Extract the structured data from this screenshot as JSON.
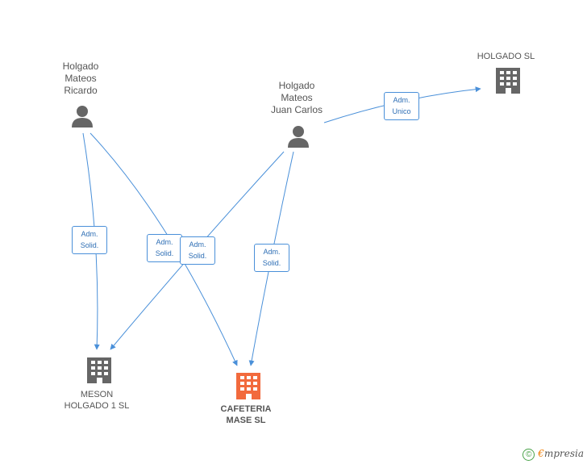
{
  "nodes": {
    "ricardo": {
      "lines": [
        "Holgado",
        "Mateos",
        "Ricardo"
      ]
    },
    "juan_carlos": {
      "lines": [
        "Holgado",
        "Mateos",
        "Juan Carlos"
      ]
    },
    "holgado_sl": {
      "lines": [
        "HOLGADO SL"
      ]
    },
    "meson": {
      "lines": [
        "MESON",
        "HOLGADO 1 SL"
      ]
    },
    "cafeteria": {
      "lines": [
        "CAFETERIA",
        "MASE SL"
      ]
    }
  },
  "edges": {
    "e1": {
      "lines": [
        "Adm.",
        "Unico"
      ]
    },
    "e2": {
      "lines": [
        "Adm.",
        "Solid."
      ]
    },
    "e3": {
      "lines": [
        "Adm.",
        "Solid."
      ]
    },
    "e4": {
      "lines": [
        "Adm.",
        "Solid."
      ]
    },
    "e5": {
      "lines": [
        "Adm.",
        "Solid."
      ]
    }
  },
  "colors": {
    "edge": "#4a90d9",
    "person": "#666666",
    "company": "#666666",
    "highlight": "#f26a3d"
  },
  "footer": {
    "copyright": "©",
    "brand_e": "€",
    "brand_rest": "mpresia"
  }
}
